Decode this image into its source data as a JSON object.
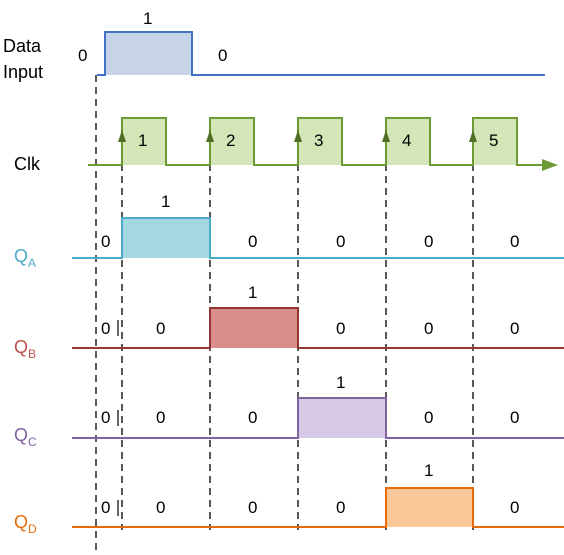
{
  "signals": [
    {
      "id": "data",
      "label": "Data",
      "label2": "Input",
      "color": "#4472C4",
      "fill": "#C7D3E8",
      "before": "0",
      "pulse": "1",
      "after": "0"
    },
    {
      "id": "clk",
      "label": "Clk",
      "color": "#6E9A35",
      "fill": "#D4E6B8",
      "pulses": [
        "1",
        "2",
        "3",
        "4",
        "5"
      ]
    },
    {
      "id": "qa",
      "label": "Q",
      "sub": "A",
      "color": "#4BACC6",
      "fill": "#A3D8E3",
      "edge_values": [
        "0"
      ],
      "pulse": "1",
      "rest": [
        "0",
        "0",
        "0",
        "0"
      ]
    },
    {
      "id": "qb",
      "label": "Q",
      "sub": "B",
      "color": "#943634",
      "fill": "#D98E8C",
      "edge_values": [
        "0",
        "0"
      ],
      "pulse": "1",
      "rest": [
        "0",
        "0",
        "0"
      ]
    },
    {
      "id": "qc",
      "label": "Q",
      "sub": "C",
      "color": "#8064A2",
      "fill": "#D5C9E6",
      "edge_values": [
        "0",
        "0",
        "0"
      ],
      "pulse": "1",
      "rest": [
        "0",
        "0"
      ]
    },
    {
      "id": "qd",
      "label": "Q",
      "sub": "D",
      "color": "#E46C0A",
      "fill": "#FAC898",
      "edge_values": [
        "0",
        "0",
        "0",
        "0"
      ],
      "pulse": "1",
      "rest": [
        "0"
      ]
    }
  ]
}
